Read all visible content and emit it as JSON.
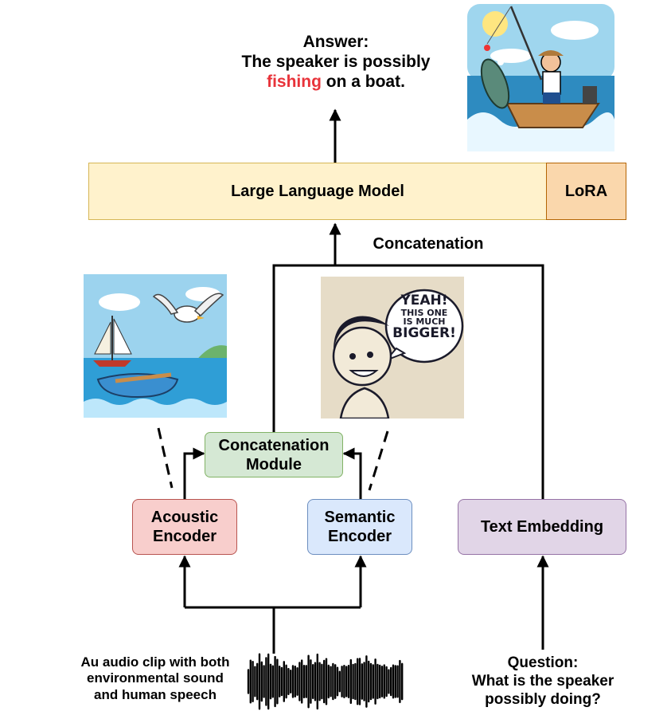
{
  "answer": {
    "heading": "Answer:",
    "line1": "The speaker is possibly",
    "highlight": "fishing",
    "line2_rest": " on a boat."
  },
  "llm": {
    "label": "Large Language Model",
    "lora": "LoRA"
  },
  "concat_label": "Concatenation",
  "concat_module": {
    "line1": "Concatenation",
    "line2": "Module"
  },
  "acoustic": {
    "line1": "Acoustic",
    "line2": "Encoder"
  },
  "semantic": {
    "line1": "Semantic",
    "line2": "Encoder"
  },
  "text_embedding": "Text Embedding",
  "audio_caption": {
    "line1": "Au audio clip with both",
    "line2": "environmental sound",
    "line3": "and human speech"
  },
  "question": {
    "line1": "Question:",
    "line2": "What is the speaker",
    "line3": "possibly doing?"
  },
  "speech_bubble": {
    "line1": "YEAH!",
    "line2": "THIS ONE",
    "line3": "IS MUCH",
    "line4": "BIGGER!"
  },
  "colors": {
    "llm_fill": "#fff2cc",
    "llm_border": "#d6b656",
    "lora_fill": "#fad7ac",
    "lora_border": "#b46504",
    "concat_fill": "#d5e8d4",
    "concat_border": "#82b366",
    "acoustic_fill": "#f8cecc",
    "acoustic_border": "#b85450",
    "semantic_fill": "#dae8fc",
    "semantic_border": "#6c8ebf",
    "text_fill": "#e1d5e7",
    "text_border": "#9673a6",
    "highlight": "#e8333a"
  },
  "icons": [
    "fisherman-illustration",
    "sailboat-seagull-illustration",
    "speaking-boy-illustration",
    "audio-waveform-icon"
  ]
}
